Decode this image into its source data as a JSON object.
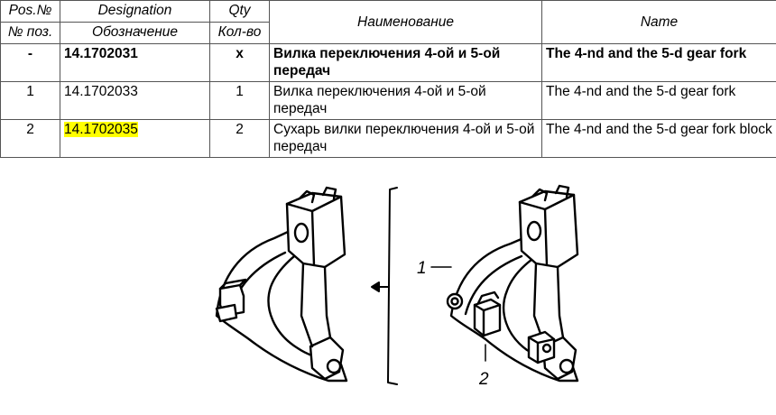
{
  "table": {
    "headers": {
      "pos_en": "Pos.№",
      "pos_ru": "№ поз.",
      "designation_en": "Designation",
      "designation_ru": "Обозначение",
      "qty_en": "Qty",
      "qty_ru": "Кол-во",
      "name_ru": "Наименование",
      "name_en": "Name"
    },
    "rows": [
      {
        "pos": "-",
        "designation": "14.1702031",
        "qty": "x",
        "name_ru": "Вилка переключения 4-ой и 5-ой передач",
        "name_en": "The 4-nd and the 5-d gear fork"
      },
      {
        "pos": "1",
        "designation": "14.1702033",
        "qty": "1",
        "name_ru": "Вилка переключения 4-ой и 5-ой передач",
        "name_en": "The 4-nd and the 5-d gear fork"
      },
      {
        "pos": "2",
        "designation": "14.1702035",
        "qty": "2",
        "name_ru": "Сухарь вилки переключения 4-ой и 5-ой передач",
        "name_en": "The 4-nd and the 5-d gear fork block"
      }
    ],
    "highlight_color": "#ffff00"
  },
  "figure": {
    "callouts": [
      "1",
      "2"
    ]
  }
}
